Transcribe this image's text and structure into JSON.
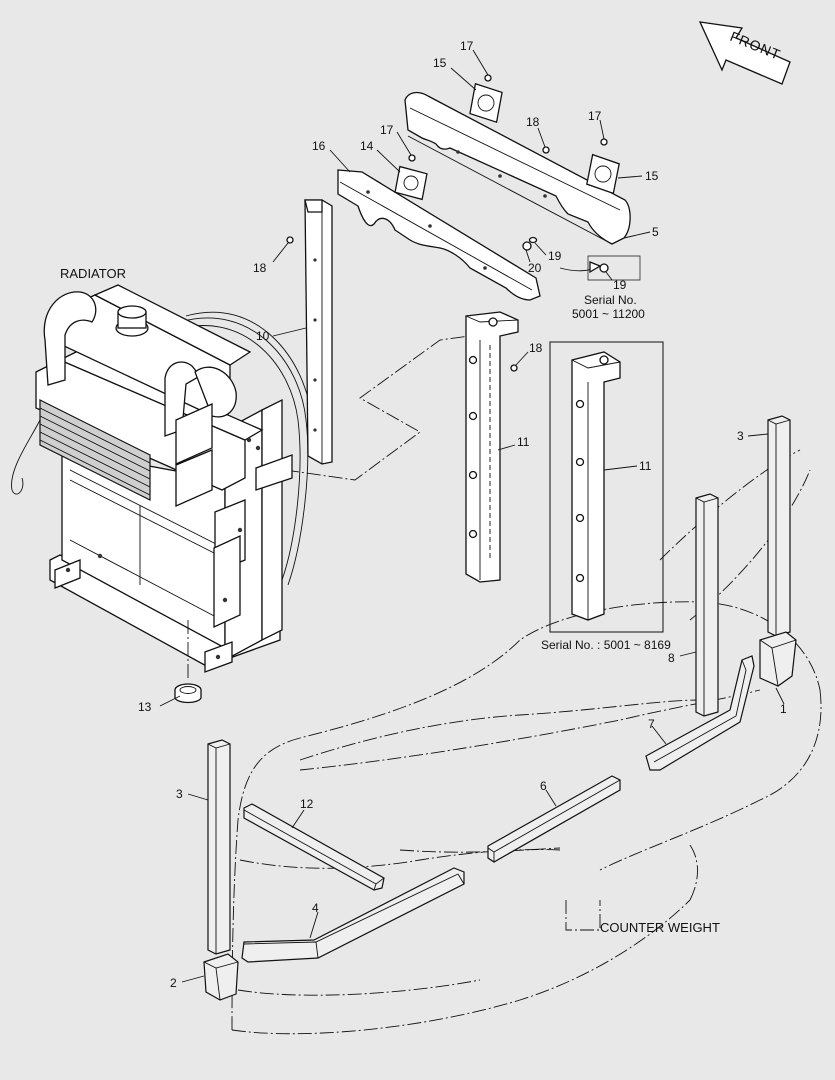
{
  "labels": {
    "front": "FRONT",
    "radiator": "RADIATOR",
    "counter_weight": "COUNTER WEIGHT",
    "serial_a_line1": "Serial No.",
    "serial_a_line2": "5001 ~ 11200",
    "serial_b": "Serial No. : 5001 ~ 8169"
  },
  "callouts": {
    "c17a": "17",
    "c15a": "15",
    "c18a": "18",
    "c17b": "17",
    "c15b": "15",
    "c17c": "17",
    "c16": "16",
    "c14": "14",
    "c5": "5",
    "c19a": "19",
    "c20": "20",
    "c19b": "19",
    "c18b": "18",
    "c10": "10",
    "c18c": "18",
    "c11a": "11",
    "c11b": "11",
    "c3a": "3",
    "c8": "8",
    "c1": "1",
    "c7": "7",
    "c13": "13",
    "c3b": "3",
    "c12": "12",
    "c6": "6",
    "c4": "4",
    "c2": "2"
  }
}
